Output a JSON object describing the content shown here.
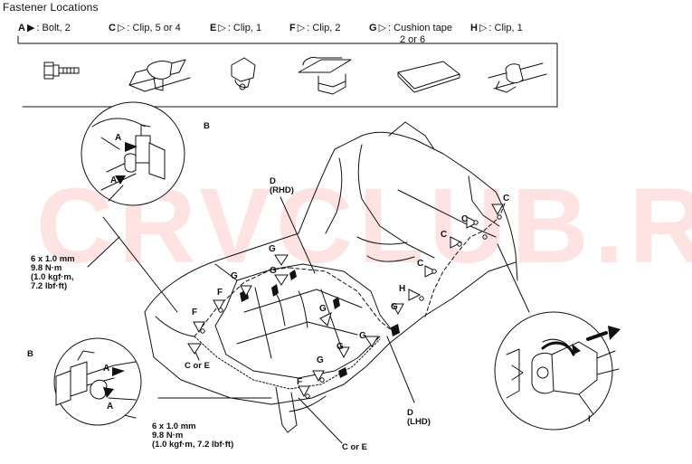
{
  "title": "Fastener Locations",
  "watermark": "CRVCLUB.RU",
  "legend": [
    {
      "letter": "A",
      "symbol": "▶",
      "text": ": Bolt, 2"
    },
    {
      "letter": "C",
      "symbol": "▷",
      "text": ": Clip, 5 or 4"
    },
    {
      "letter": "E",
      "symbol": "▷",
      "text": ": Clip, 1"
    },
    {
      "letter": "F",
      "symbol": "▷",
      "text": ": Clip, 2"
    },
    {
      "letter": "G",
      "symbol": "▷",
      "text": ": Cushion tape",
      "sub": "2 or 6"
    },
    {
      "letter": "H",
      "symbol": "▷",
      "text": ": Clip, 1"
    }
  ],
  "callouts": {
    "d_rhd": {
      "line1": "D",
      "line2": "(RHD)"
    },
    "d_lhd": {
      "line1": "D",
      "line2": "(LHD)"
    },
    "torque_upper": [
      "6 x 1.0 mm",
      "9.8 N·m",
      "(1.0 kgf·m,",
      "7.2 lbf·ft)"
    ],
    "torque_lower": [
      "6 x 1.0 mm",
      "9.8 N·m",
      "(1.0 kgf·m,  7.2 lbf·ft)"
    ],
    "c_or_e_left": "C or E",
    "c_or_e_bottom": "C or E",
    "label_b": "B",
    "label_i": "I"
  },
  "markers": {
    "a": "A",
    "c": "C",
    "f": "F",
    "g": "G",
    "h": "H"
  }
}
